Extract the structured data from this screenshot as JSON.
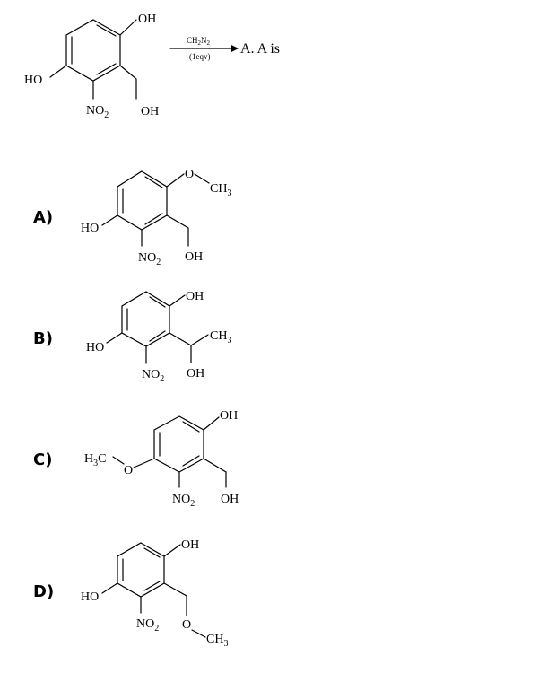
{
  "question": {
    "labels": {
      "oh_top": "OH",
      "ho_left": "HO",
      "no2": "NO",
      "no2_sub": "2",
      "oh_bottom": "OH"
    },
    "reagent": {
      "formula": "CH",
      "sub1": "2",
      "n": "N",
      "sub2": "2",
      "equiv": "(1eqv)"
    },
    "result_text": "A. A is"
  },
  "options": [
    {
      "letter": "A)",
      "labels": {
        "o": "O",
        "ch3": "CH",
        "ch3_sub": "3",
        "ho": "HO",
        "no2": "NO",
        "no2_sub": "2",
        "oh": "OH"
      }
    },
    {
      "letter": "B)",
      "labels": {
        "oh_top": "OH",
        "ch3": "CH",
        "ch3_sub": "3",
        "ho": "HO",
        "no2": "NO",
        "no2_sub": "2",
        "oh": "OH"
      }
    },
    {
      "letter": "C)",
      "labels": {
        "oh_top": "OH",
        "h3c": "H",
        "h3c_sub": "3",
        "h3c_c": "C",
        "o": "O",
        "no2": "NO",
        "no2_sub": "2",
        "oh": "OH"
      }
    },
    {
      "letter": "D)",
      "labels": {
        "oh_top": "OH",
        "ho": "HO",
        "no2": "NO",
        "no2_sub": "2",
        "o": "O",
        "ch3": "CH",
        "ch3_sub": "3"
      }
    }
  ]
}
